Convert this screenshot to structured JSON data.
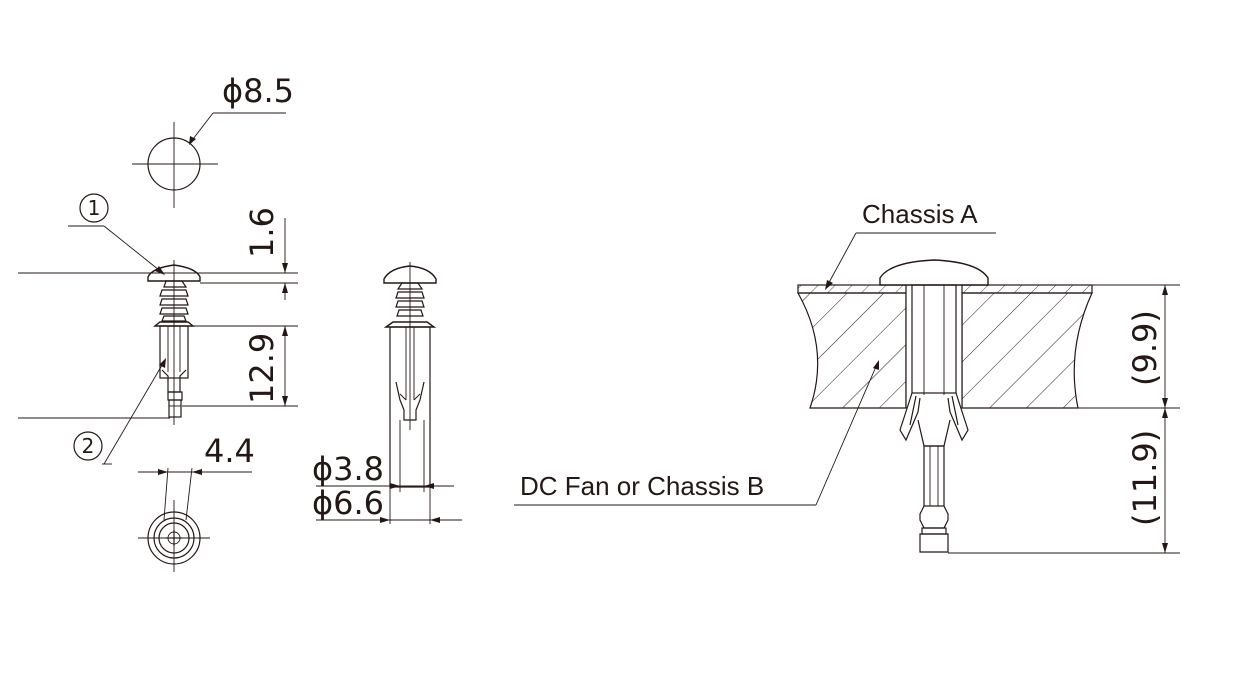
{
  "dimensions": {
    "head_diameter": "ϕ8.5",
    "head_height": "1.6",
    "body_length": "12.9",
    "cross_width": "4.4",
    "pin_diameter": "ϕ3.8",
    "body_diameter": "ϕ6.6",
    "thickness_a": "(9.9)",
    "protrusion": "(11.9)"
  },
  "callouts": {
    "part_1": "1",
    "part_2": "2"
  },
  "labels": {
    "chassis_a": "Chassis A",
    "chassis_b": "DC Fan or Chassis B"
  }
}
